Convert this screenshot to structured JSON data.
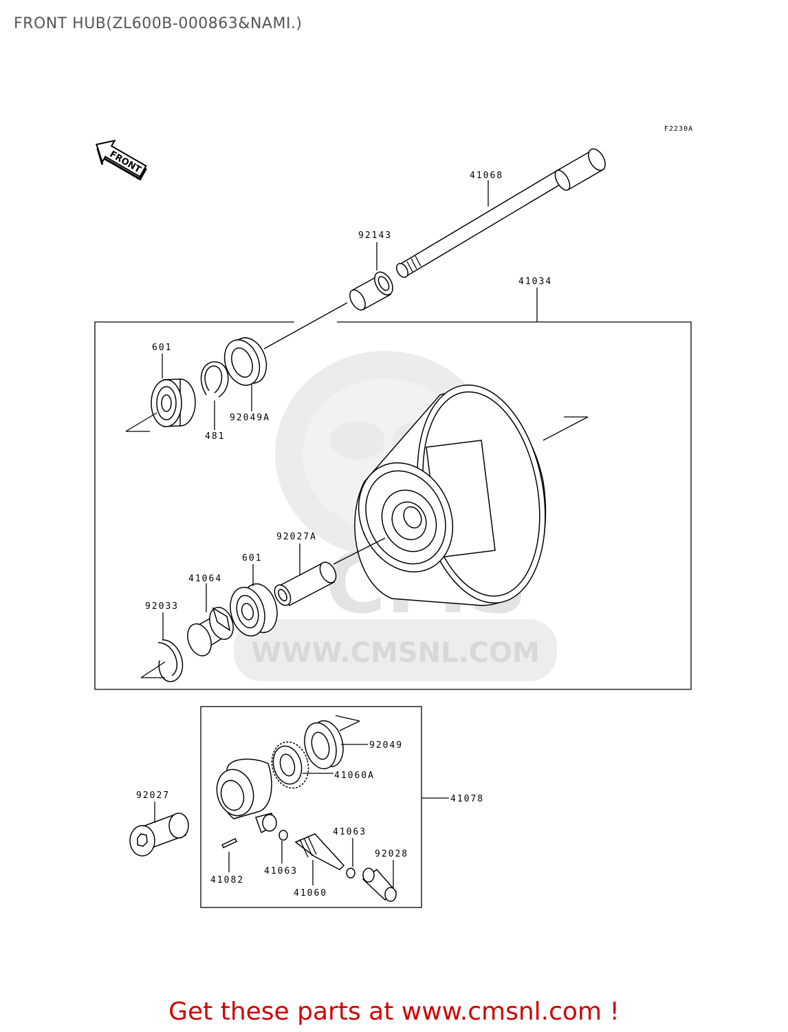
{
  "title": "FRONT HUB(ZL600B-000863&NAMI.)",
  "drawing_code": "F2230A",
  "front_badge": "FRONT",
  "watermark": {
    "brand": "CMS",
    "url": "WWW.CMSNL.COM"
  },
  "part_labels": {
    "p41068": "41068",
    "p92143": "92143",
    "p41034": "41034",
    "p601_top": "601",
    "p481": "481",
    "p92049A": "92049A",
    "p92027A": "92027A",
    "p601_bottom": "601",
    "p41064": "41064",
    "p92033": "92033",
    "p92049": "92049",
    "p41060A": "41060A",
    "p41078": "41078",
    "p92027": "92027",
    "p41063_right": "41063",
    "p92028": "92028",
    "p41082": "41082",
    "p41063_left": "41063",
    "p41060": "41060"
  },
  "cta": "Get these parts at www.cmsnl.com !"
}
